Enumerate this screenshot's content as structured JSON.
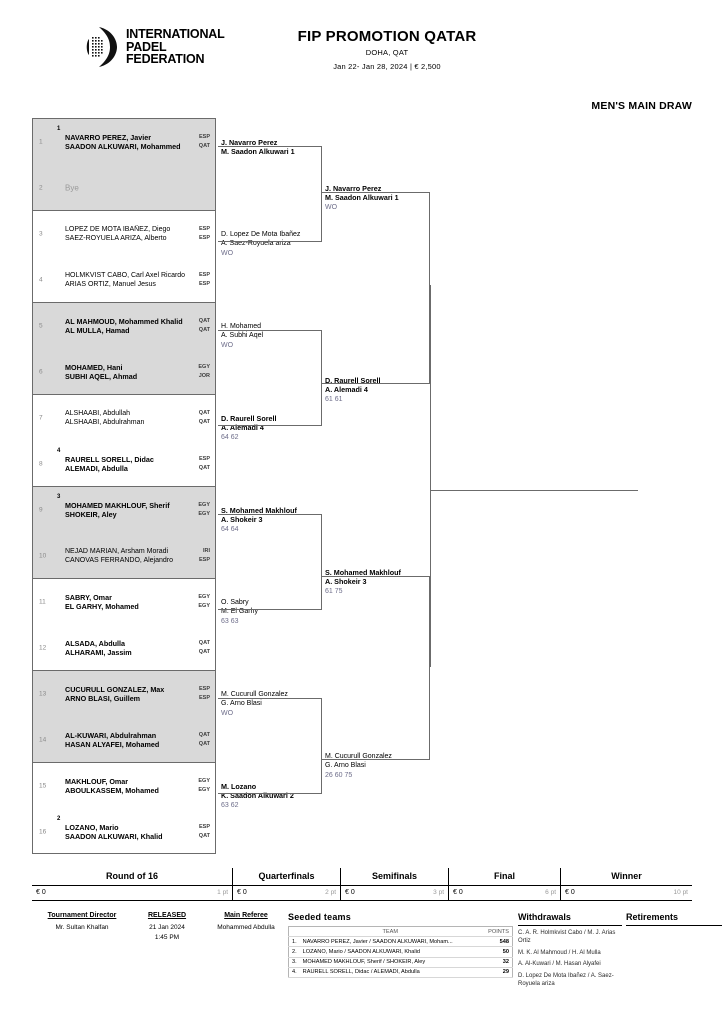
{
  "header": {
    "logo_line1": "INTERNATIONAL",
    "logo_line2": "PADEL",
    "logo_line3": "FEDERATION",
    "title": "FIP PROMOTION QATAR",
    "city": "DOHA, QAT",
    "dates": "Jan 22- Jan 28, 2024  |  € 2,500",
    "draw_label": "MEN'S MAIN DRAW"
  },
  "round_of_16": [
    {
      "num": "1",
      "seed": "1",
      "bold": true,
      "shade": true,
      "p1": "NAVARRO PEREZ, Javier",
      "p2": "SAADON ALKUWARI, Mohammed",
      "c1": "ESP",
      "c2": "QAT"
    },
    {
      "num": "2",
      "seed": "",
      "bold": false,
      "shade": true,
      "bye": true,
      "p1": "Bye",
      "p2": "",
      "c1": "",
      "c2": ""
    },
    {
      "num": "3",
      "seed": "",
      "bold": false,
      "shade": false,
      "p1": "LOPEZ DE MOTA IBAÑEZ, Diego",
      "p2": "SAEZ-ROYUELA ARIZA, Alberto",
      "c1": "ESP",
      "c2": "ESP"
    },
    {
      "num": "4",
      "seed": "",
      "bold": false,
      "shade": false,
      "p1": "HOLMKVIST CABO, Carl Axel Ricardo",
      "p2": "ARIAS ORTIZ, Manuel Jesus",
      "c1": "ESP",
      "c2": "ESP"
    },
    {
      "num": "5",
      "seed": "",
      "bold": true,
      "shade": true,
      "p1": "AL MAHMOUD, Mohammed Khalid",
      "p2": "AL MULLA, Hamad",
      "c1": "QAT",
      "c2": "QAT"
    },
    {
      "num": "6",
      "seed": "",
      "bold": true,
      "shade": true,
      "p1": "MOHAMED, Hani",
      "p2": "SUBHI AQEL, Ahmad",
      "c1": "EGY",
      "c2": "JOR"
    },
    {
      "num": "7",
      "seed": "",
      "bold": false,
      "shade": false,
      "p1": "ALSHAABI, Abdullah",
      "p2": "ALSHAABI, Abdulrahman",
      "c1": "QAT",
      "c2": "QAT"
    },
    {
      "num": "8",
      "seed": "4",
      "bold": true,
      "shade": false,
      "p1": "RAURELL SORELL, Didac",
      "p2": "ALEMADI, Abdulla",
      "c1": "ESP",
      "c2": "QAT"
    },
    {
      "num": "9",
      "seed": "3",
      "bold": true,
      "shade": true,
      "p1": "MOHAMED MAKHLOUF, Sherif",
      "p2": "SHOKEIR, Aley",
      "c1": "EGY",
      "c2": "EGY"
    },
    {
      "num": "10",
      "seed": "",
      "bold": false,
      "shade": true,
      "p1": "NEJAD MARIAN, Arsham Moradi",
      "p2": "CANOVAS FERRANDO, Alejandro",
      "c1": "IRI",
      "c2": "ESP"
    },
    {
      "num": "11",
      "seed": "",
      "bold": true,
      "shade": false,
      "p1": "SABRY, Omar",
      "p2": "EL GARHY, Mohamed",
      "c1": "EGY",
      "c2": "EGY"
    },
    {
      "num": "12",
      "seed": "",
      "bold": true,
      "shade": false,
      "p1": "ALSADA, Abdulla",
      "p2": "ALHARAMI, Jassim",
      "c1": "QAT",
      "c2": "QAT"
    },
    {
      "num": "13",
      "seed": "",
      "bold": true,
      "shade": true,
      "p1": "CUCURULL GONZALEZ, Max",
      "p2": "ARNO BLASI, Guillem",
      "c1": "ESP",
      "c2": "ESP"
    },
    {
      "num": "14",
      "seed": "",
      "bold": true,
      "shade": true,
      "p1": "AL-KUWARI, Abdulrahman",
      "p2": "HASAN ALYAFEI, Mohamed",
      "c1": "QAT",
      "c2": "QAT"
    },
    {
      "num": "15",
      "seed": "",
      "bold": true,
      "shade": false,
      "p1": "MAKHLOUF, Omar",
      "p2": "ABOULKASSEM, Mohamed",
      "c1": "EGY",
      "c2": "EGY"
    },
    {
      "num": "16",
      "seed": "2",
      "bold": true,
      "shade": false,
      "p1": "LOZANO, Mario",
      "p2": "SAADON ALKUWARI, Khalid",
      "c1": "ESP",
      "c2": "QAT"
    }
  ],
  "round_of_16_results": [
    {
      "l1": "J. Navarro Perez",
      "l2": "M. Saadon Alkuwari  1",
      "score": "",
      "bold": true
    },
    {
      "l1": "D. Lopez De Mota Ibañez",
      "l2": "A. Saez-Royuela ariza",
      "score": "WO",
      "bold": false
    },
    {
      "l1": "H. Mohamed",
      "l2": "A. Subhi Aqel",
      "score": "WO",
      "bold": false
    },
    {
      "l1": "D. Raurell Sorell",
      "l2": "A. Alemadi  4",
      "score": "64 62",
      "bold": true
    },
    {
      "l1": "S. Mohamed Makhlouf",
      "l2": "A. Shokeir  3",
      "score": "64 64",
      "bold": true
    },
    {
      "l1": "O. Sabry",
      "l2": "M. El Garhy",
      "score": "63 63",
      "bold": false
    },
    {
      "l1": "M. Cucurull Gonzalez",
      "l2": "G. Arno Blasi",
      "score": "WO",
      "bold": false
    },
    {
      "l1": "M. Lozano",
      "l2": "K. Saadon Alkuwari  2",
      "score": "63 62",
      "bold": true
    }
  ],
  "quarterfinals_results": [
    {
      "l1": "J. Navarro Perez",
      "l2": "M. Saadon Alkuwari  1",
      "score": "WO",
      "bold": true
    },
    {
      "l1": "D. Raurell Sorell",
      "l2": "A. Alemadi  4",
      "score": "61 61",
      "bold": true
    },
    {
      "l1": "S. Mohamed Makhlouf",
      "l2": "A. Shokeir  3",
      "score": "61 75",
      "bold": true
    },
    {
      "l1": "M. Cucurull Gonzalez",
      "l2": "G. Arno Blasi",
      "score": "26 60 75",
      "bold": false
    }
  ],
  "semifinals_results": [
    {
      "l1": "J. Navarro Perez",
      "l2": "M. Saadon Alkuwari  1",
      "score": "",
      "bold": true
    },
    {
      "l1": "S. Mohamed Makhlouf",
      "l2": "A. Shokeir  3",
      "score": "",
      "bold": true
    }
  ],
  "rounds_bar": [
    {
      "name": "Round of 16",
      "prize": "€ 0",
      "points": "1 pt"
    },
    {
      "name": "Quarterfinals",
      "prize": "€ 0",
      "points": "2 pt"
    },
    {
      "name": "Semifinals",
      "prize": "€ 0",
      "points": "3 pt"
    },
    {
      "name": "Final",
      "prize": "€ 0",
      "points": "6 pt"
    },
    {
      "name": "Winner",
      "prize": "€ 0",
      "points": "10 pt"
    }
  ],
  "officials": {
    "director_label": "Tournament Director",
    "director_value": "Mr. Sultan Khalfan",
    "released_label": "RELEASED",
    "released_date": "21 Jan 2024",
    "released_time": "1:45 PM",
    "referee_label": "Main Referee",
    "referee_value": "Mohammed Abdulla"
  },
  "seeded": {
    "heading": "Seeded teams",
    "col_team": "TEAM",
    "col_points": "POINTS",
    "rows": [
      {
        "idx": "1.",
        "team": "NAVARRO PEREZ, Javier / SAADON ALKUWARI, Moham...",
        "points": "548"
      },
      {
        "idx": "2.",
        "team": "LOZANO, Mario / SAADON ALKUWARI, Khalid",
        "points": "50"
      },
      {
        "idx": "3.",
        "team": "MOHAMED MAKHLOUF, Sherif / SHOKEIR, Aley",
        "points": "32"
      },
      {
        "idx": "4.",
        "team": "RAURELL SORELL, Didac / ALEMADI, Abdulla",
        "points": "29"
      }
    ]
  },
  "withdrawals": {
    "heading": "Withdrawals",
    "items": [
      "C. A. R. Holmkvist Cabo / M. J. Arias Ortiz",
      "M. K. Al Mahmoud / H. Al Mulla",
      "A. Al-Kuwari / M. Hasan Alyafei",
      "D. Lopez De Mota Ibañez / A. Saez-Royuela ariza"
    ]
  },
  "retirements": {
    "heading": "Retirements",
    "items": []
  }
}
